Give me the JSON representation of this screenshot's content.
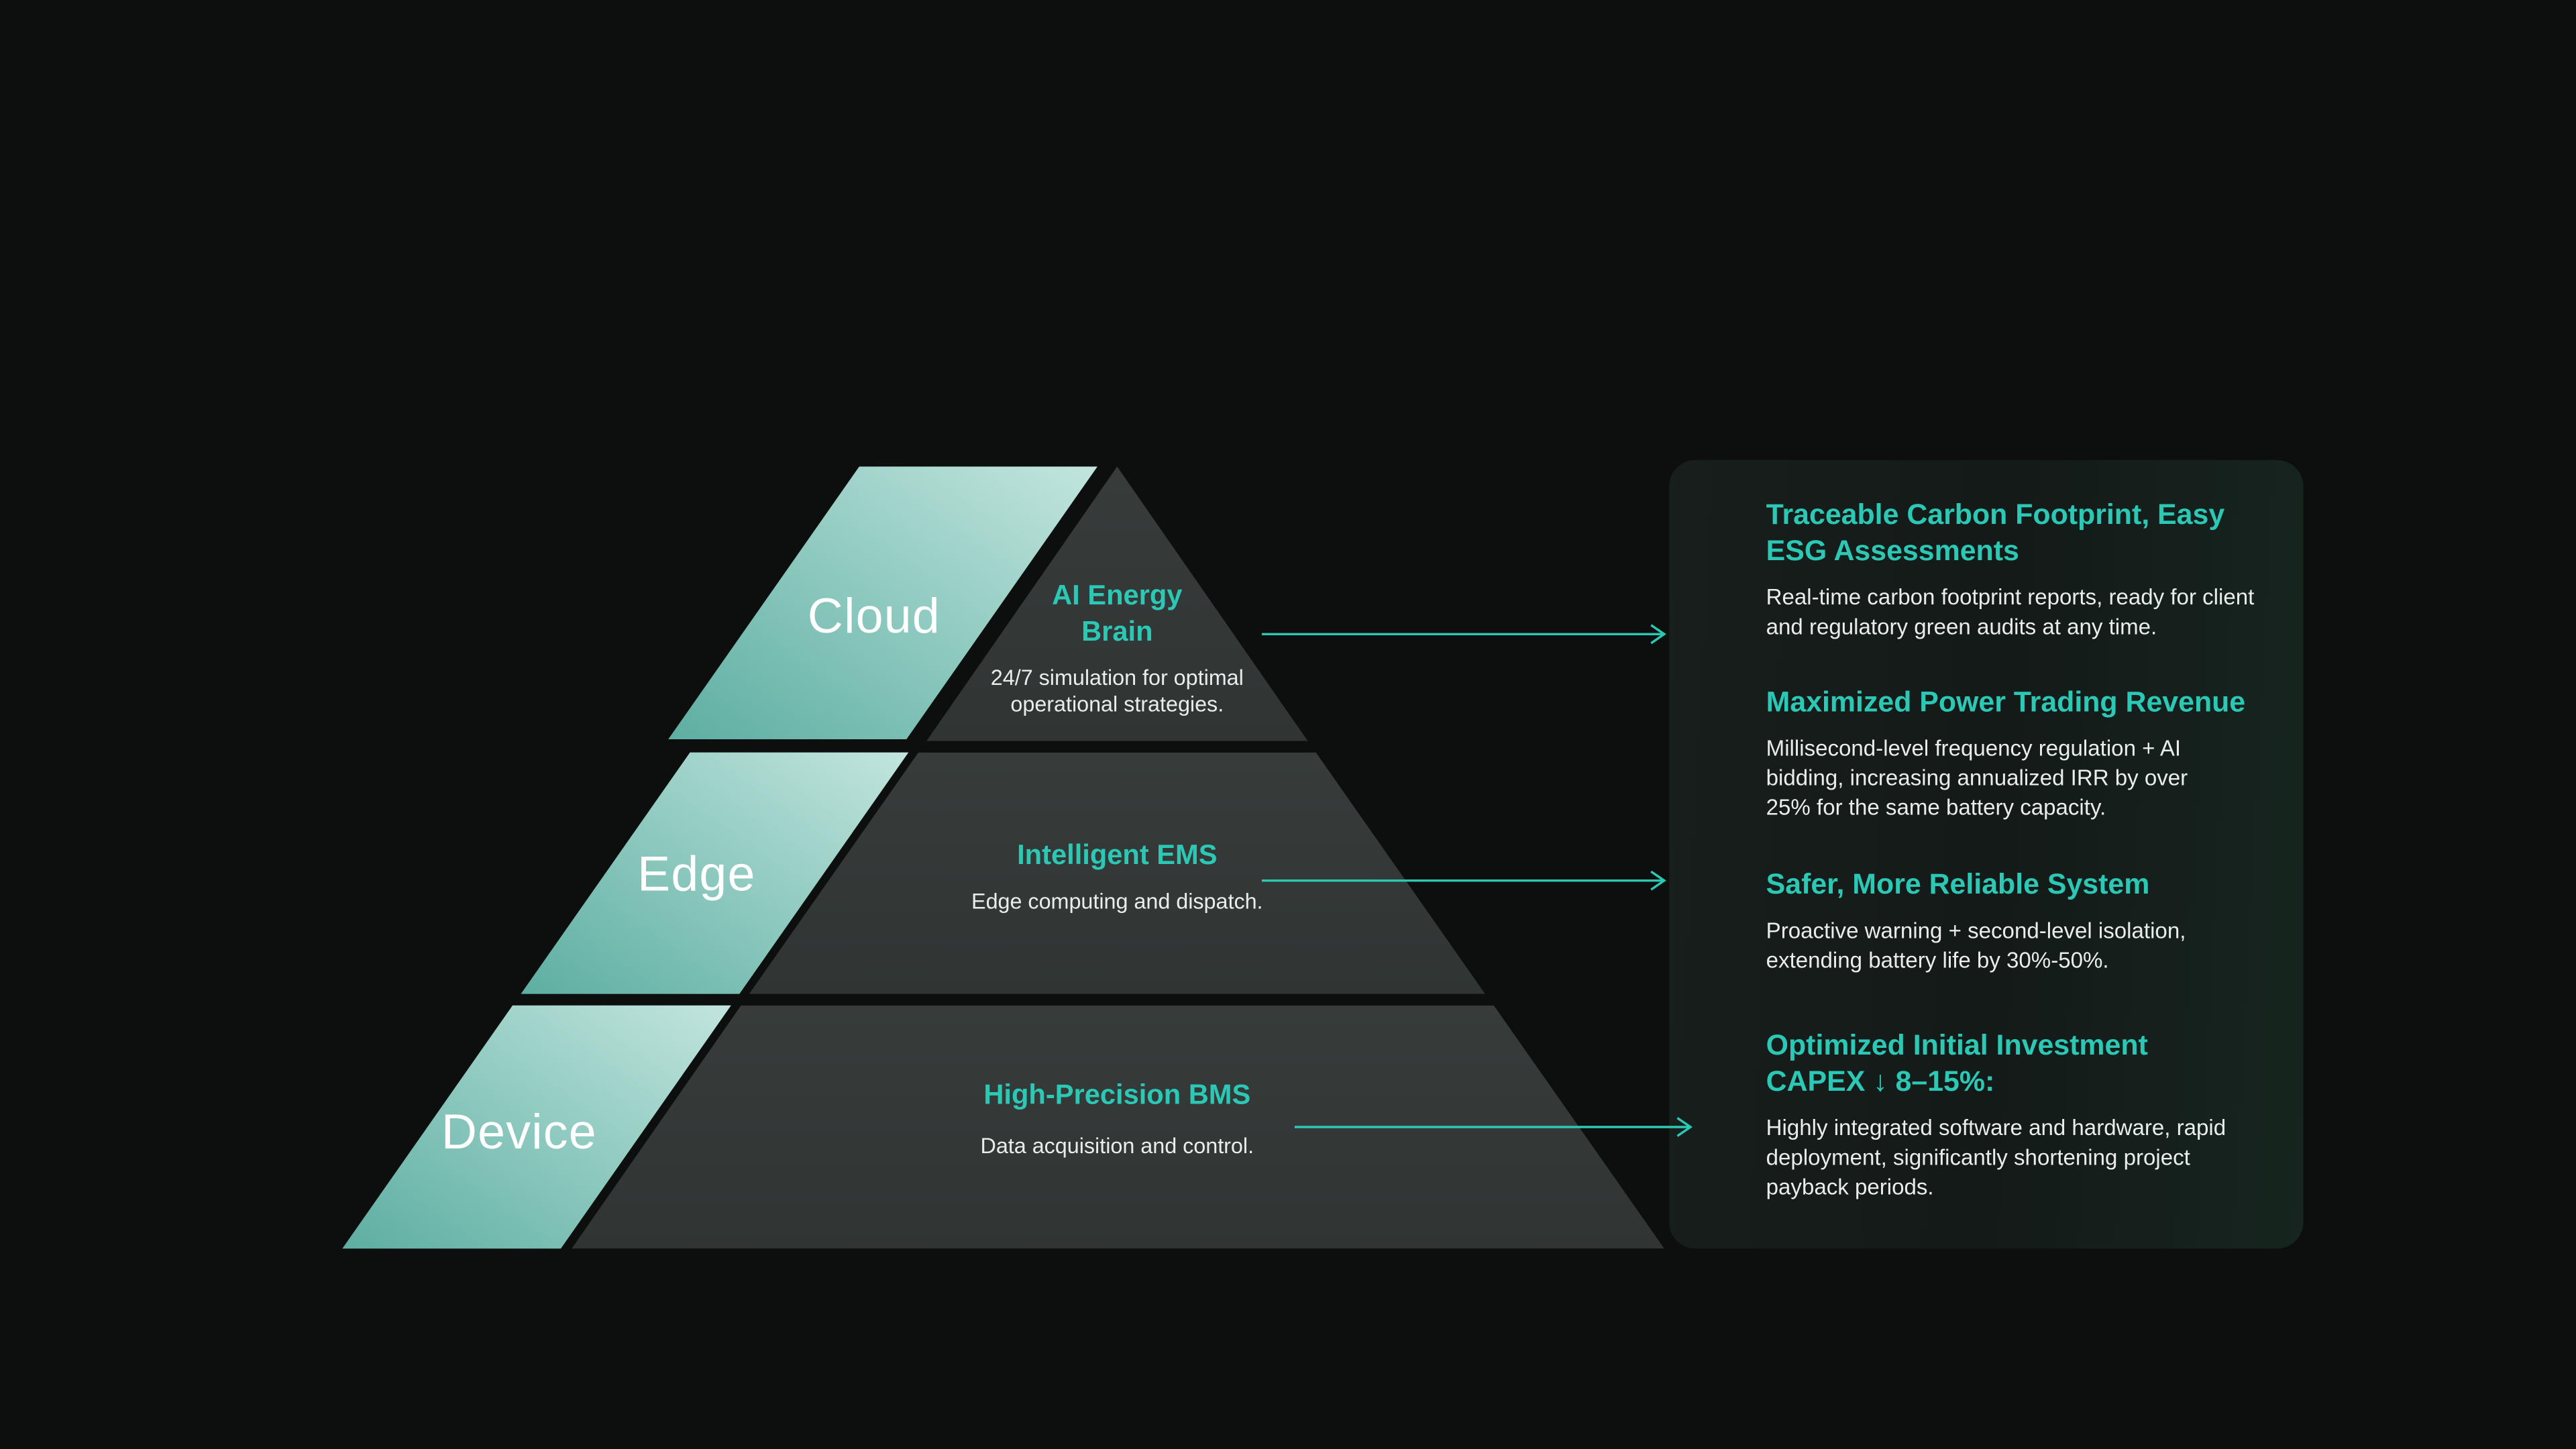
{
  "colors": {
    "background": "#0D0F0E",
    "accent": "#2BC8B6",
    "pyramid_band": "#323736",
    "slab_gradient_from": "#C2E5DE",
    "slab_gradient_to": "#5EAEA2",
    "panel_from": "#171E1C",
    "panel_to": "#16251F",
    "text": "#E9EDEB"
  },
  "pyramid": {
    "layers": [
      {
        "side_label": "Cloud",
        "title": "AI Energy Brain",
        "description": "24/7 simulation for optimal operational strategies."
      },
      {
        "side_label": "Edge",
        "title": "Intelligent EMS",
        "description": "Edge computing and dispatch."
      },
      {
        "side_label": "Device",
        "title": "High-Precision BMS",
        "description": "Data acquisition and control."
      }
    ]
  },
  "benefits": [
    {
      "title": "Traceable Carbon Footprint, Easy ESG Assessments",
      "body": "Real-time carbon footprint reports, ready for client and regulatory green audits at any time."
    },
    {
      "title": "Maximized Power Trading Revenue",
      "body": "Millisecond-level frequency regulation + AI bidding, increasing annualized IRR by over 25% for the same battery capacity."
    },
    {
      "title": "Safer, More Reliable System",
      "body": "Proactive warning + second-level isolation, extending battery life by 30%-50%."
    },
    {
      "title": "Optimized Initial Investment CAPEX ↓ 8–15%:",
      "body": "Highly integrated software and hardware, rapid deployment, significantly shortening project payback periods."
    }
  ],
  "icons": {
    "arrow_right": "→"
  }
}
